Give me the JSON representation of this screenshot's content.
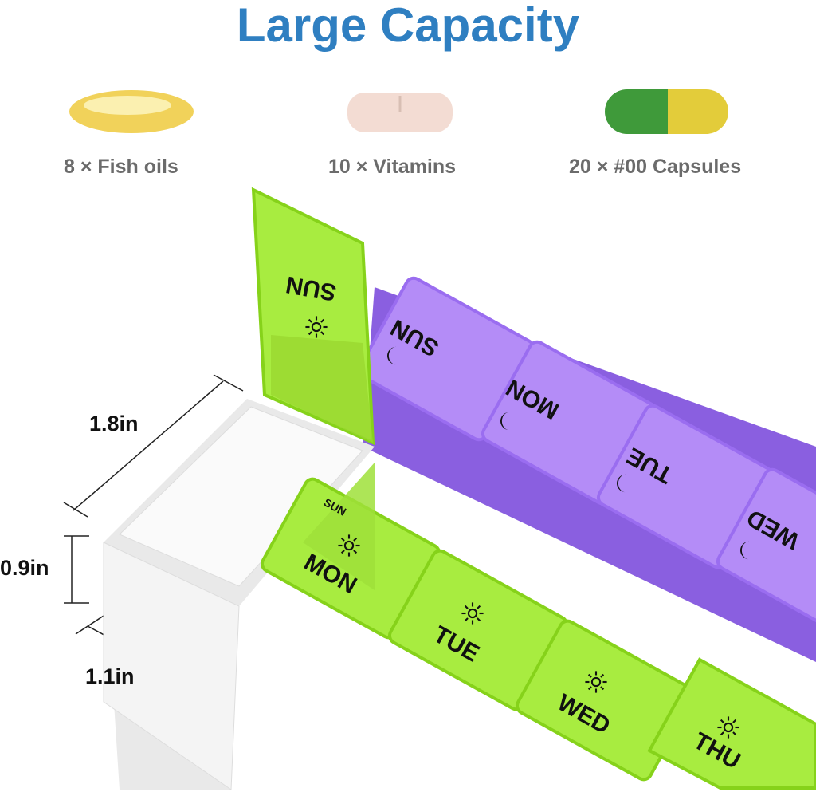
{
  "title": "Large Capacity",
  "capacities": [
    {
      "label": "8 × Fish oils",
      "icon": "fish-oil-softgel-icon"
    },
    {
      "label": "10 × Vitamins",
      "icon": "vitamin-tablet-icon"
    },
    {
      "label": "20 × #00 Capsules",
      "icon": "capsule-icon"
    }
  ],
  "dimensions": {
    "length": "1.8in",
    "height": "0.9in",
    "width": "1.1in"
  },
  "product": {
    "open_lid_label": "SUN",
    "night_row": [
      "SUN",
      "MON",
      "TUE",
      "WED"
    ],
    "day_row": [
      "MON",
      "TUE",
      "WED",
      "THU"
    ],
    "day_row_small_label": "SUN",
    "colors": {
      "day": "#8fe01a",
      "night": "#a277f2",
      "base": "#f2f2f2",
      "title": "#2f7fc1"
    }
  }
}
